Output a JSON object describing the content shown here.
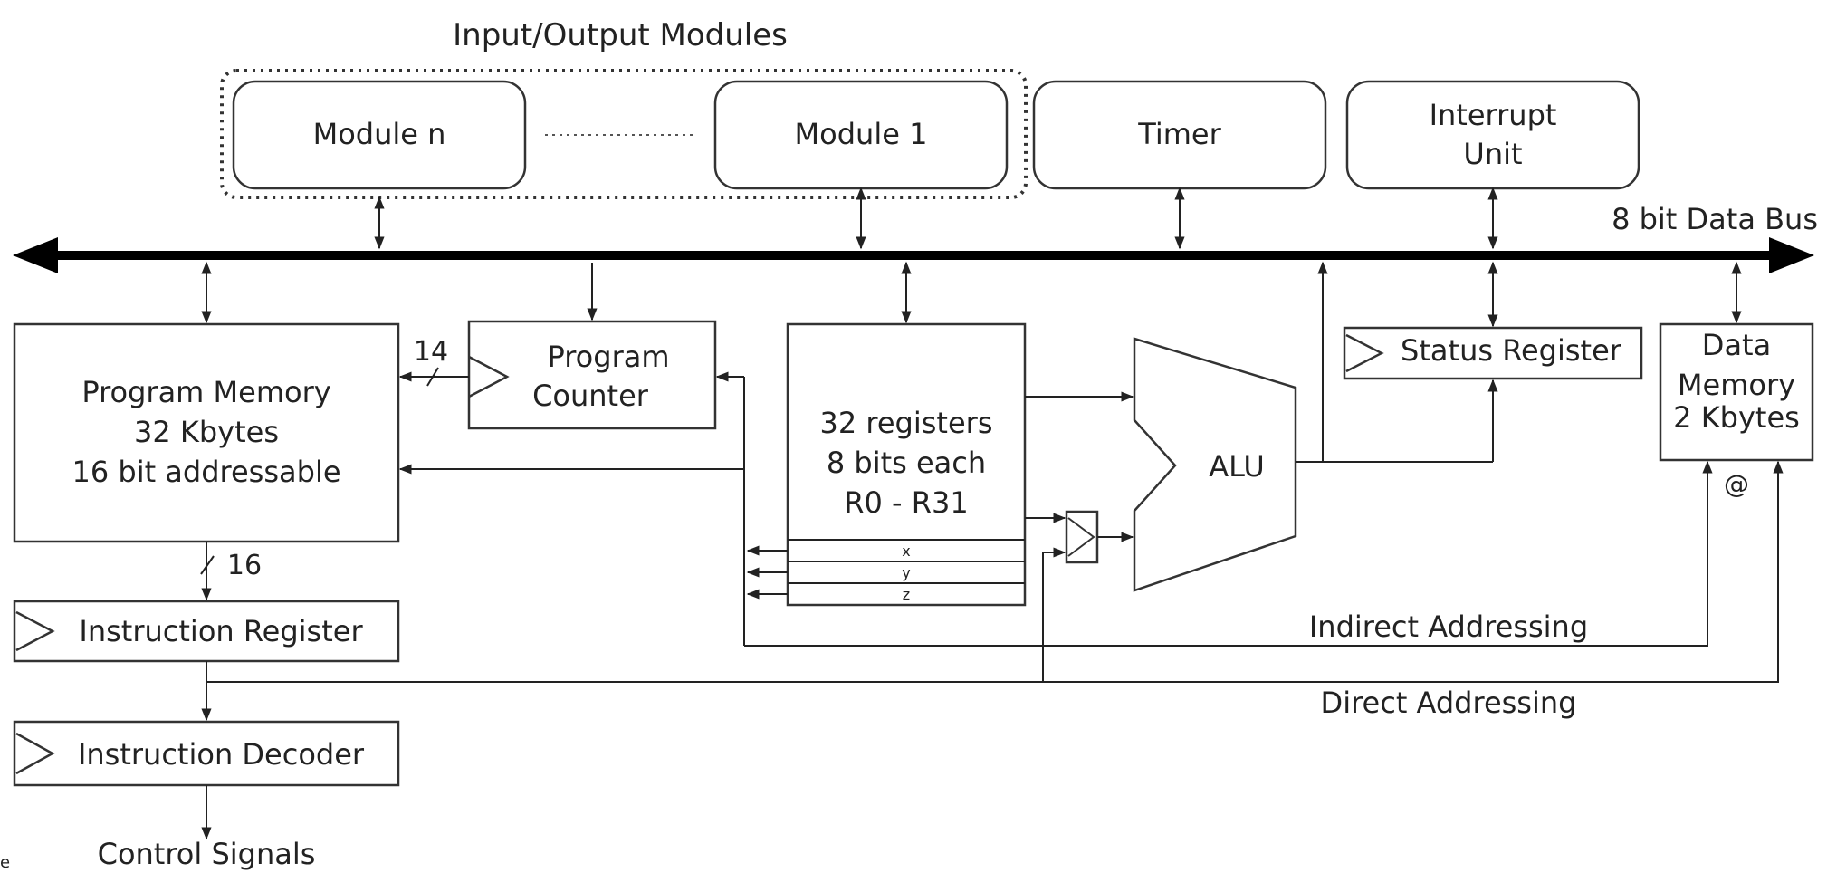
{
  "title": "Input/Output Modules",
  "bus_label": "8 bit Data Bus",
  "io": {
    "module_n": "Module n",
    "module_1": "Module 1",
    "timer": "Timer",
    "interrupt_line1": "Interrupt",
    "interrupt_line2": "Unit"
  },
  "program_memory": {
    "line1": "Program Memory",
    "line2": "32 Kbytes",
    "line3": "16 bit addressable"
  },
  "program_counter": {
    "line1": "Program",
    "line2": "Counter",
    "width_label": "14"
  },
  "registers": {
    "line1": "32 registers",
    "line2": "8 bits each",
    "line3": "R0 - R31",
    "x": "x",
    "y": "y",
    "z": "z"
  },
  "alu": "ALU",
  "status_register": "Status Register",
  "data_memory": {
    "line1": "Data",
    "line2": "Memory",
    "line3": "2 Kbytes",
    "at": "@"
  },
  "instruction_register": "Instruction Register",
  "ir_width_label": "16",
  "instruction_decoder": "Instruction Decoder",
  "control_signals": "Control Signals",
  "indirect_addressing": "Indirect Addressing",
  "direct_addressing": "Direct Addressing",
  "edge_glyph": "e"
}
